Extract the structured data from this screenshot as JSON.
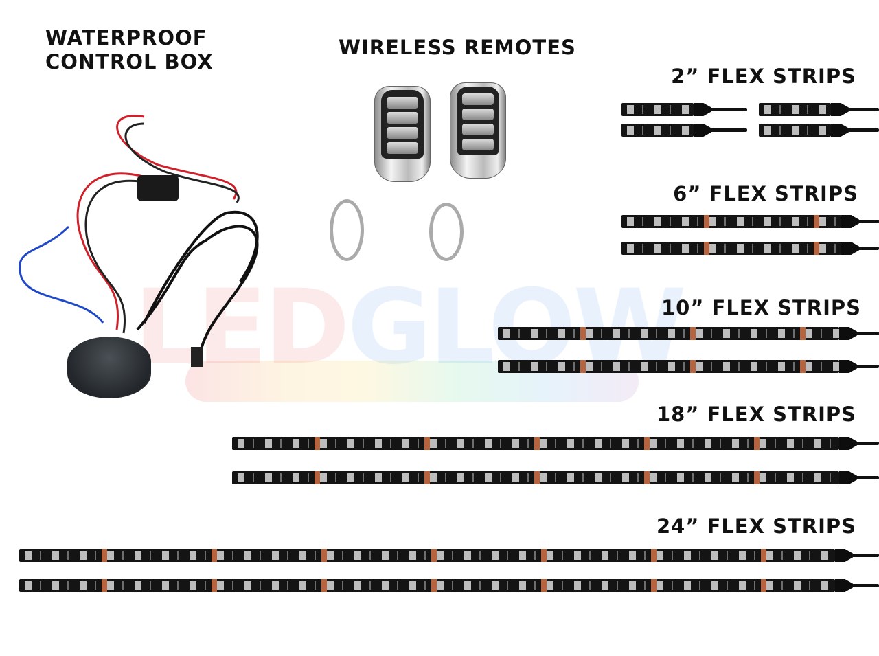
{
  "brand_watermark": {
    "part1": "LED",
    "part2": "GLOW"
  },
  "labels": {
    "control_box_line1": "WATERPROOF",
    "control_box_line2": "CONTROL BOX",
    "remotes": "WIRELESS REMOTES",
    "strips_2": "2” FLEX STRIPS",
    "strips_6": "6” FLEX STRIPS",
    "strips_10": "10” FLEX STRIPS",
    "strips_18": "18” FLEX STRIPS",
    "strips_24": "24” FLEX STRIPS"
  },
  "colors": {
    "strip_body": "#141414",
    "wire_red": "#d0202a",
    "wire_blue": "#1f49c8",
    "text": "#111111"
  }
}
